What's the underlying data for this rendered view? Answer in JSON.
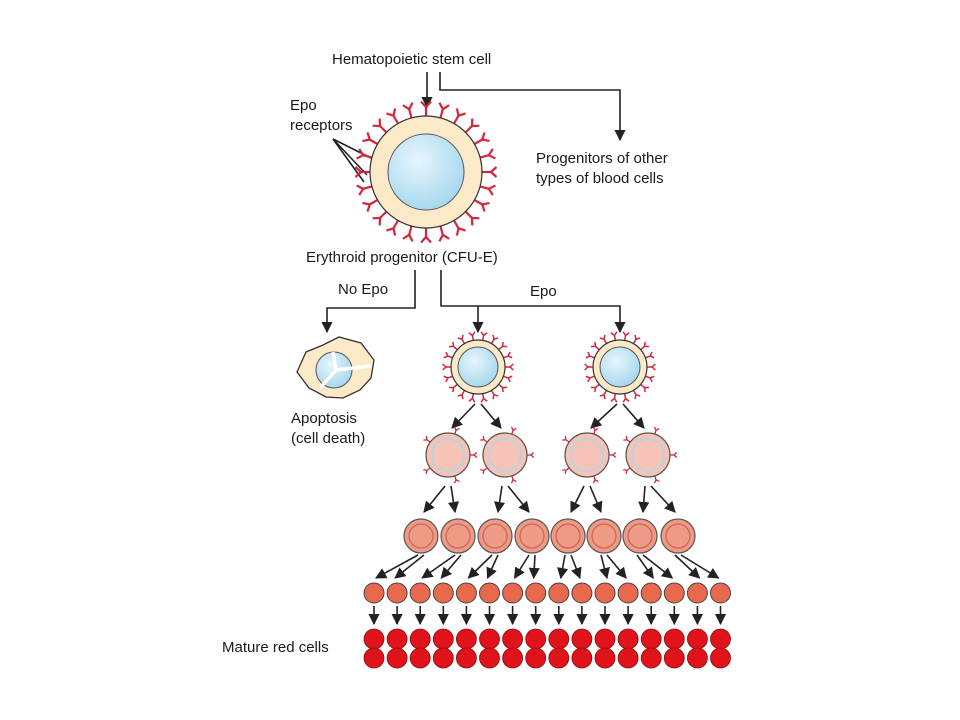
{
  "labels": {
    "stem_cell": "Hematopoietic stem cell",
    "epo_receptors_line1": "Epo",
    "epo_receptors_line2": "receptors",
    "other_progenitors_line1": "Progenitors of other",
    "other_progenitors_line2": "types of blood cells",
    "erythroid_progenitor": "Erythroid progenitor (CFU-E)",
    "no_epo": "No Epo",
    "epo": "Epo",
    "apoptosis_line1": "Apoptosis",
    "apoptosis_line2": "(cell death)",
    "mature_red_cells": "Mature red cells"
  },
  "colors": {
    "cytoplasm": "#fbe9c8",
    "nucleus": "#a8d8ee",
    "nucleus_highlight": "#e6f6fd",
    "receptor": "#d6243a",
    "proerythroblast": "#f6c3b6",
    "normoblast": "#ef9a86",
    "reticulocyte": "#e9694f",
    "mature_rbc": "#e0131b"
  },
  "structure": {
    "dividing_progenitors": 2,
    "stage2_cells": 4,
    "stage3_cells": 8,
    "stage4_cells": 16,
    "mature_rows": 2
  }
}
